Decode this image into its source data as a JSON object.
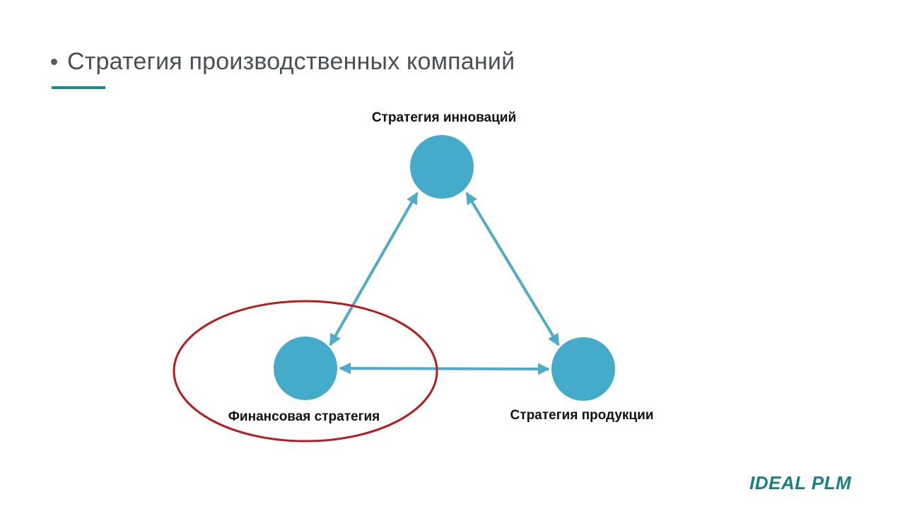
{
  "slide": {
    "title": "Стратегия производственных компаний"
  },
  "diagram": {
    "nodes": [
      {
        "id": "innovation",
        "label": "Стратегия инноваций"
      },
      {
        "id": "finance",
        "label": "Финансовая стратегия",
        "highlighted": true
      },
      {
        "id": "product",
        "label": "Стратегия продукции"
      }
    ],
    "edges": [
      {
        "from": "innovation",
        "to": "finance",
        "bidirectional": true
      },
      {
        "from": "innovation",
        "to": "product",
        "bidirectional": true
      },
      {
        "from": "finance",
        "to": "product",
        "bidirectional": true
      }
    ]
  },
  "branding": {
    "logo_text": "IDEAL PLM"
  },
  "colors": {
    "node_fill": "#45abca",
    "edge": "#4eacc9",
    "highlight_ring": "#b71c1c",
    "accent": "#14898c",
    "logo": "#187f86",
    "title_text": "#4a4f53"
  }
}
